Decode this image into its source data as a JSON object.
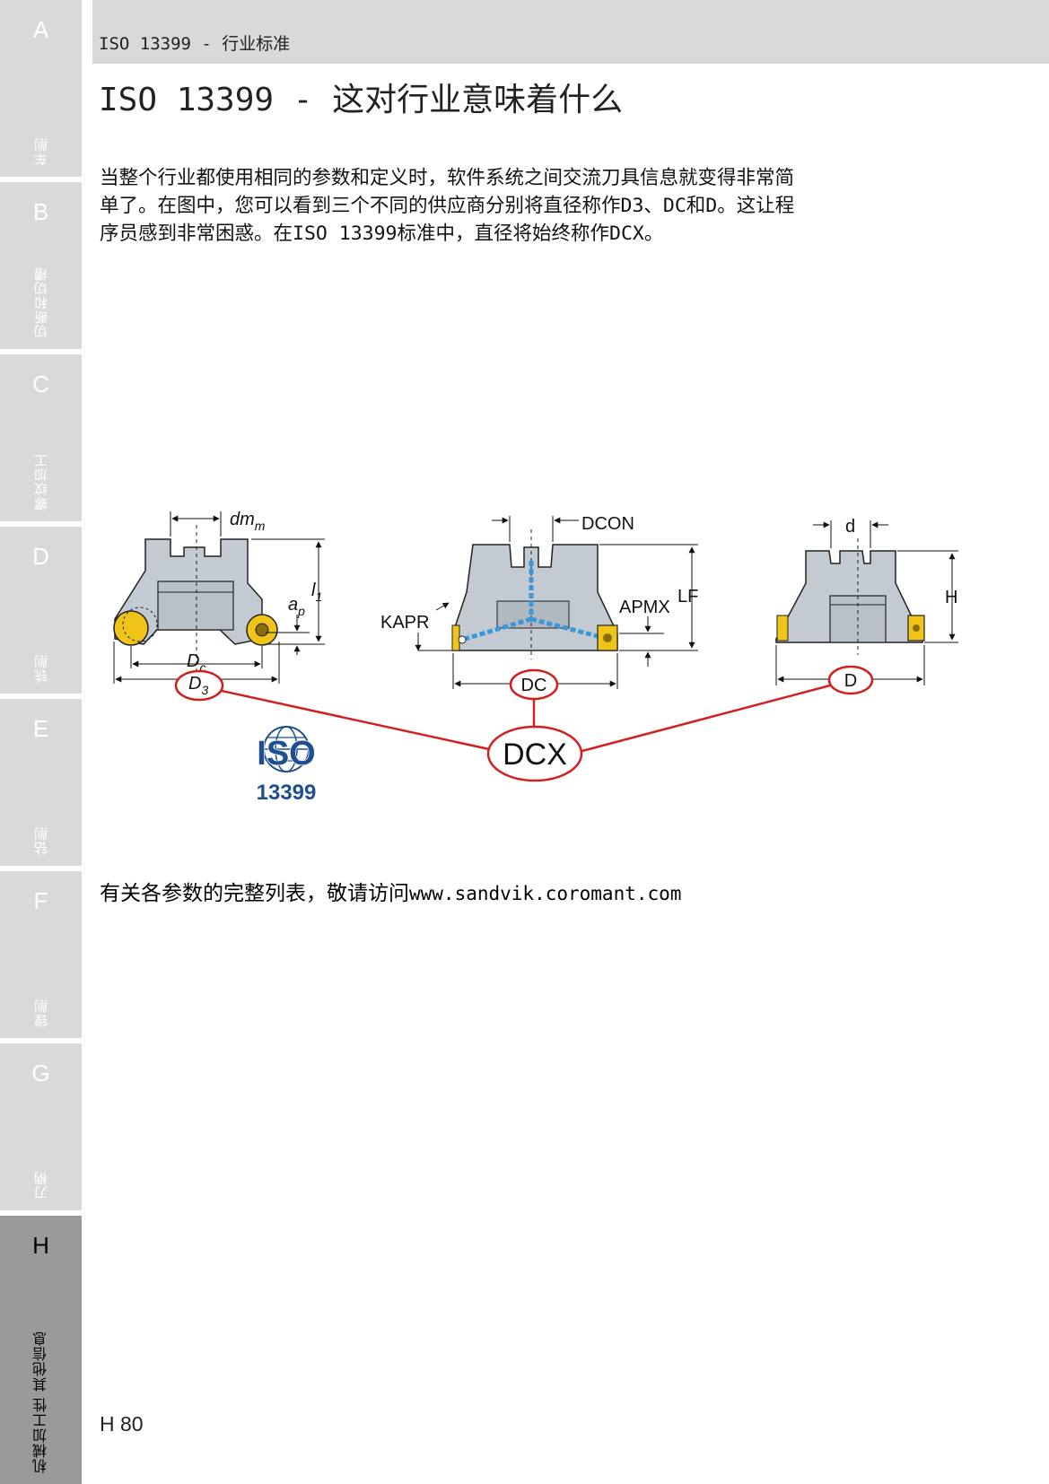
{
  "header": {
    "breadcrumb": "ISO 13399 - 行业标准"
  },
  "title": "ISO 13399 - 这对行业意味着什么",
  "body": {
    "paragraph": "当整个行业都使用相同的参数和定义时，软件系统之间交流刀具信息就变得非常简单了。在图中，您可以看到三个不同的供应商分别将直径称作D3、DC和D。这让程序员感到非常困惑。在ISO 13399标准中，直径将始终称作DCX。",
    "link_prefix": "有关各参数的完整列表，敬请访问",
    "link_url": "www.sandvik.coromant.com"
  },
  "side_tabs": [
    {
      "letter": "A",
      "label": "车削"
    },
    {
      "letter": "B",
      "label": "切断和切槽"
    },
    {
      "letter": "C",
      "label": "螺纹加工"
    },
    {
      "letter": "D",
      "label": "铣削"
    },
    {
      "letter": "E",
      "label": "钻削"
    },
    {
      "letter": "F",
      "label": "镗削"
    },
    {
      "letter": "G",
      "label": "刀柄"
    },
    {
      "letter": "H",
      "label": "机械加工性 其他信息",
      "active": true
    }
  ],
  "figure": {
    "tool1": {
      "dm": "dm",
      "dm_sub": "m",
      "l": "l",
      "l_sub": "1",
      "ap": "a",
      "ap_sub": "p",
      "dc": "D",
      "dc_sub": "c",
      "d3": "D",
      "d3_sub": "3"
    },
    "tool2": {
      "dcon": "DCON",
      "lf": "LF",
      "apmx": "APMX",
      "kapr": "KAPR",
      "dc": "DC"
    },
    "tool3": {
      "d": "d",
      "h": "H",
      "D": "D"
    },
    "dcx": "DCX",
    "iso_logo": {
      "text": "ISO",
      "number": "13399"
    },
    "colors": {
      "body": "#c3cad1",
      "insert": "#f0c419",
      "coolant": "#3a9ad9",
      "callout": "#d22020",
      "logo": "#1f4f8f"
    }
  },
  "footer": {
    "page": "H 80"
  }
}
